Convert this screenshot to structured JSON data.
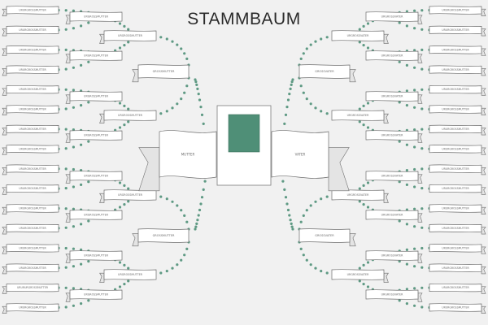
{
  "title": "STAMMBAUM",
  "labels": {
    "center_left": "MUTTER",
    "center_right": "VATER",
    "grandparent_left": "GROSSMUTTER",
    "grandparent_right": "GROSSVATER",
    "great_grandparent_left": "URGROSSMUTTER",
    "great_grandparent_right": "URGROSSVATER",
    "gg_grandparent_left": "URURGROSSMUTTER",
    "ggg_grandparent": "URURURGROSSMUTTER"
  },
  "colors": {
    "background": "#f1f1f1",
    "dots": "#5f9a84",
    "photo": "#4f8f77"
  }
}
